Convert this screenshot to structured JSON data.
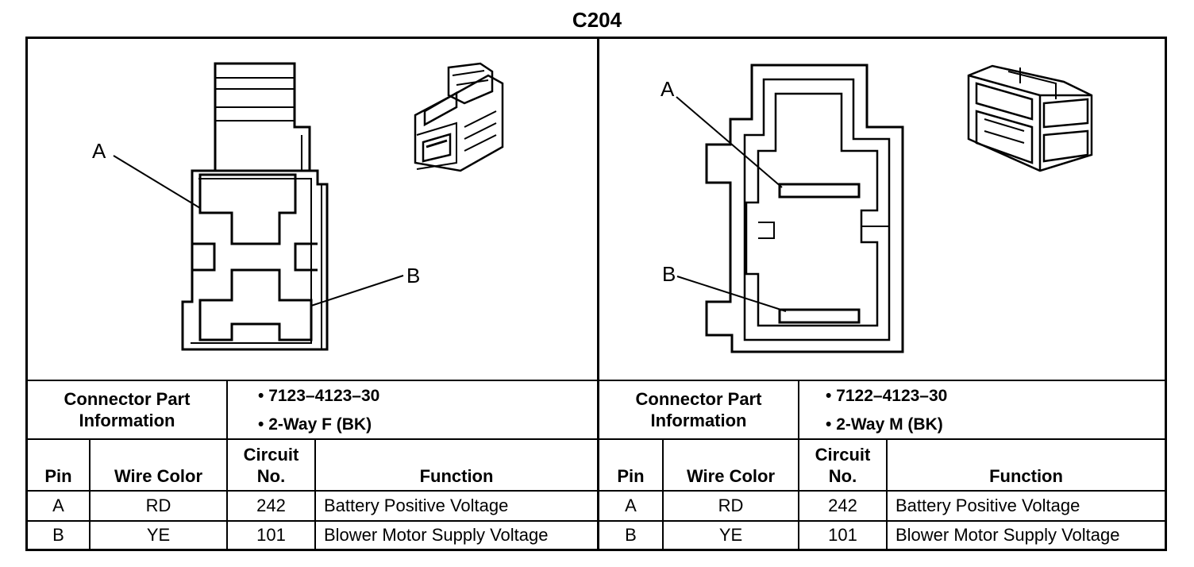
{
  "title": "C204",
  "left": {
    "pin_labels": [
      "A",
      "B"
    ],
    "part_info_label": "Connector Part Information",
    "part_info_label_lines": [
      "Connector Part",
      "Information"
    ],
    "part_info_items": [
      "7123–4123–30",
      "2-Way F (BK)"
    ],
    "table": {
      "headers": {
        "pin": "Pin",
        "wire_color": "Wire Color",
        "circuit_1": "Circuit",
        "circuit_2": "No.",
        "function": "Function"
      },
      "rows": [
        {
          "pin": "A",
          "wire_color": "RD",
          "circuit": "242",
          "function": "Battery Positive Voltage"
        },
        {
          "pin": "B",
          "wire_color": "YE",
          "circuit": "101",
          "function": "Blower Motor Supply Voltage"
        }
      ]
    }
  },
  "right": {
    "pin_labels": [
      "A",
      "B"
    ],
    "part_info_label": "Connector Part Information",
    "part_info_label_lines": [
      "Connector Part",
      "Information"
    ],
    "part_info_items": [
      "7122–4123–30",
      "2-Way M (BK)"
    ],
    "table": {
      "headers": {
        "pin": "Pin",
        "wire_color": "Wire Color",
        "circuit_1": "Circuit",
        "circuit_2": "No.",
        "function": "Function"
      },
      "rows": [
        {
          "pin": "A",
          "wire_color": "RD",
          "circuit": "242",
          "function": "Battery Positive Voltage"
        },
        {
          "pin": "B",
          "wire_color": "YE",
          "circuit": "101",
          "function": "Blower Motor Supply Voltage"
        }
      ]
    }
  }
}
